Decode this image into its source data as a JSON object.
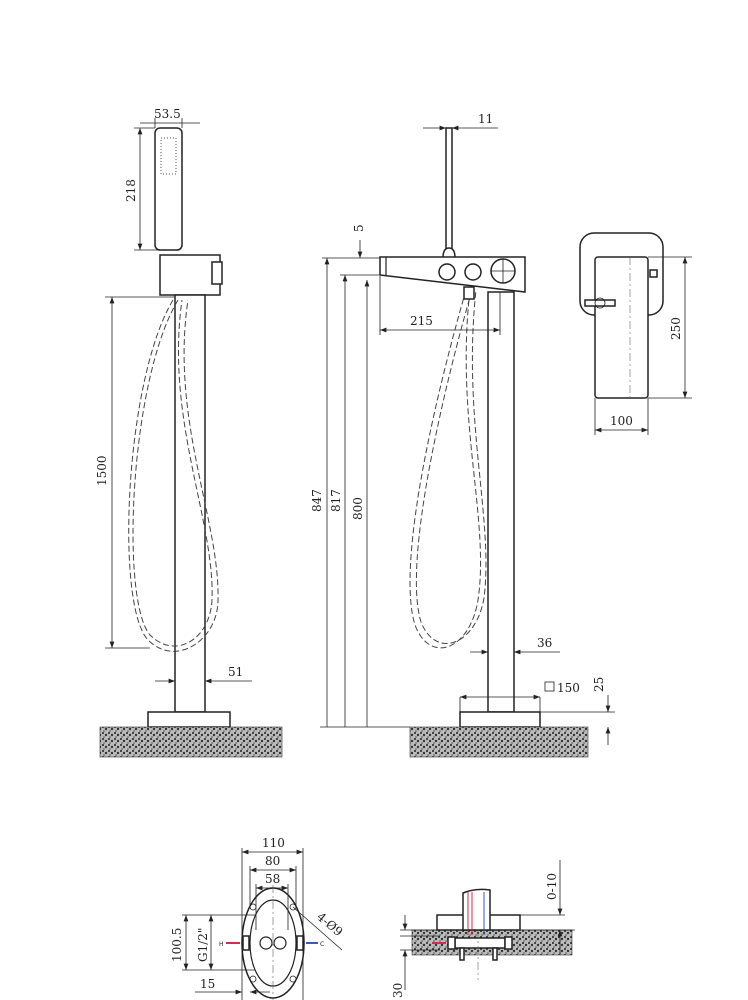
{
  "side_view": {
    "handset_width": "53.5",
    "handset_height": "218",
    "hose_length": "1500",
    "pole_diameter": "51"
  },
  "front_view": {
    "rod_diameter": "11",
    "spout_offset": "5",
    "spout_reach": "215",
    "height_total": "847",
    "height_spout": "817",
    "height_body": "800",
    "pole_diameter": "36",
    "base_size": "150",
    "base_height": "25"
  },
  "top_view": {
    "depth": "250",
    "width": "100"
  },
  "mounting_plate": {
    "outer_width": "110",
    "hole_spacing": "80",
    "inlet_spacing": "58",
    "height": "100.5",
    "thread": "G1/2\"",
    "offset": "15",
    "holes": "4-Ø9",
    "hot_label": "H",
    "cold_label": "C"
  },
  "installation_section": {
    "adjustment": "0-10",
    "depth": "30"
  },
  "colors": {
    "hot": "#d2304a",
    "cold": "#3a5db0",
    "line": "#222222"
  }
}
